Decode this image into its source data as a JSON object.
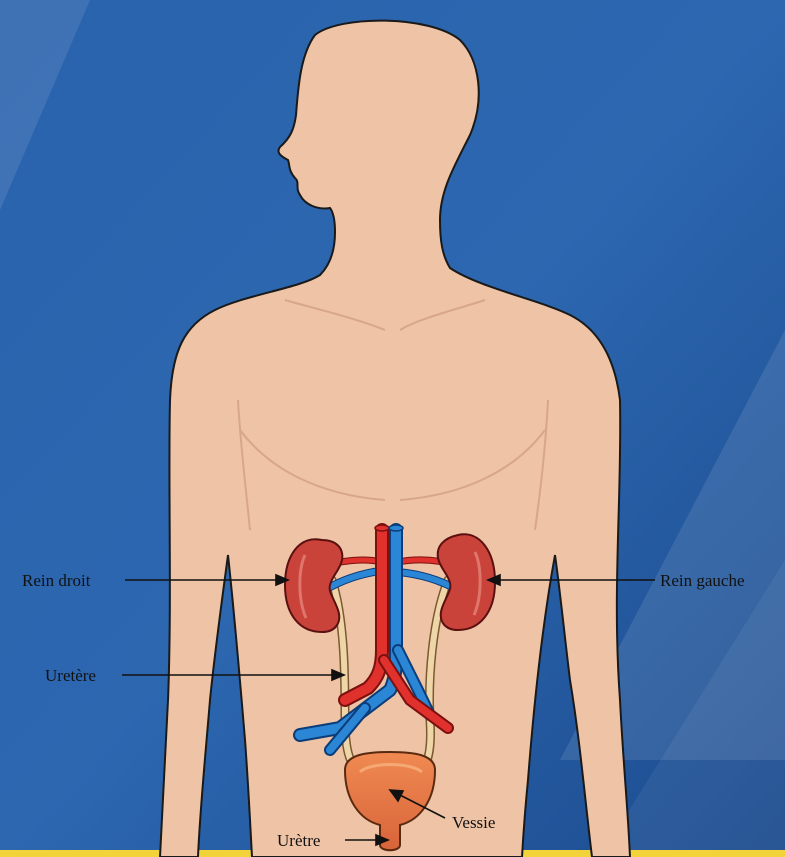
{
  "labels": {
    "rein_droit": "Rein droit",
    "rein_gauche": "Rein gauche",
    "uretere": "Uretère",
    "vessie": "Vessie",
    "uretre": "Urètre"
  },
  "colors": {
    "background_dark": "#1f4f93",
    "background_light": "#3f7cc0",
    "skin": "#efc3a5",
    "kidney": "#c9433a",
    "artery": "#e0312c",
    "vein": "#2b86d6",
    "ureter": "#efd6a8",
    "bladder": "#e07a45",
    "bottom_strip": "#f2d33a"
  }
}
